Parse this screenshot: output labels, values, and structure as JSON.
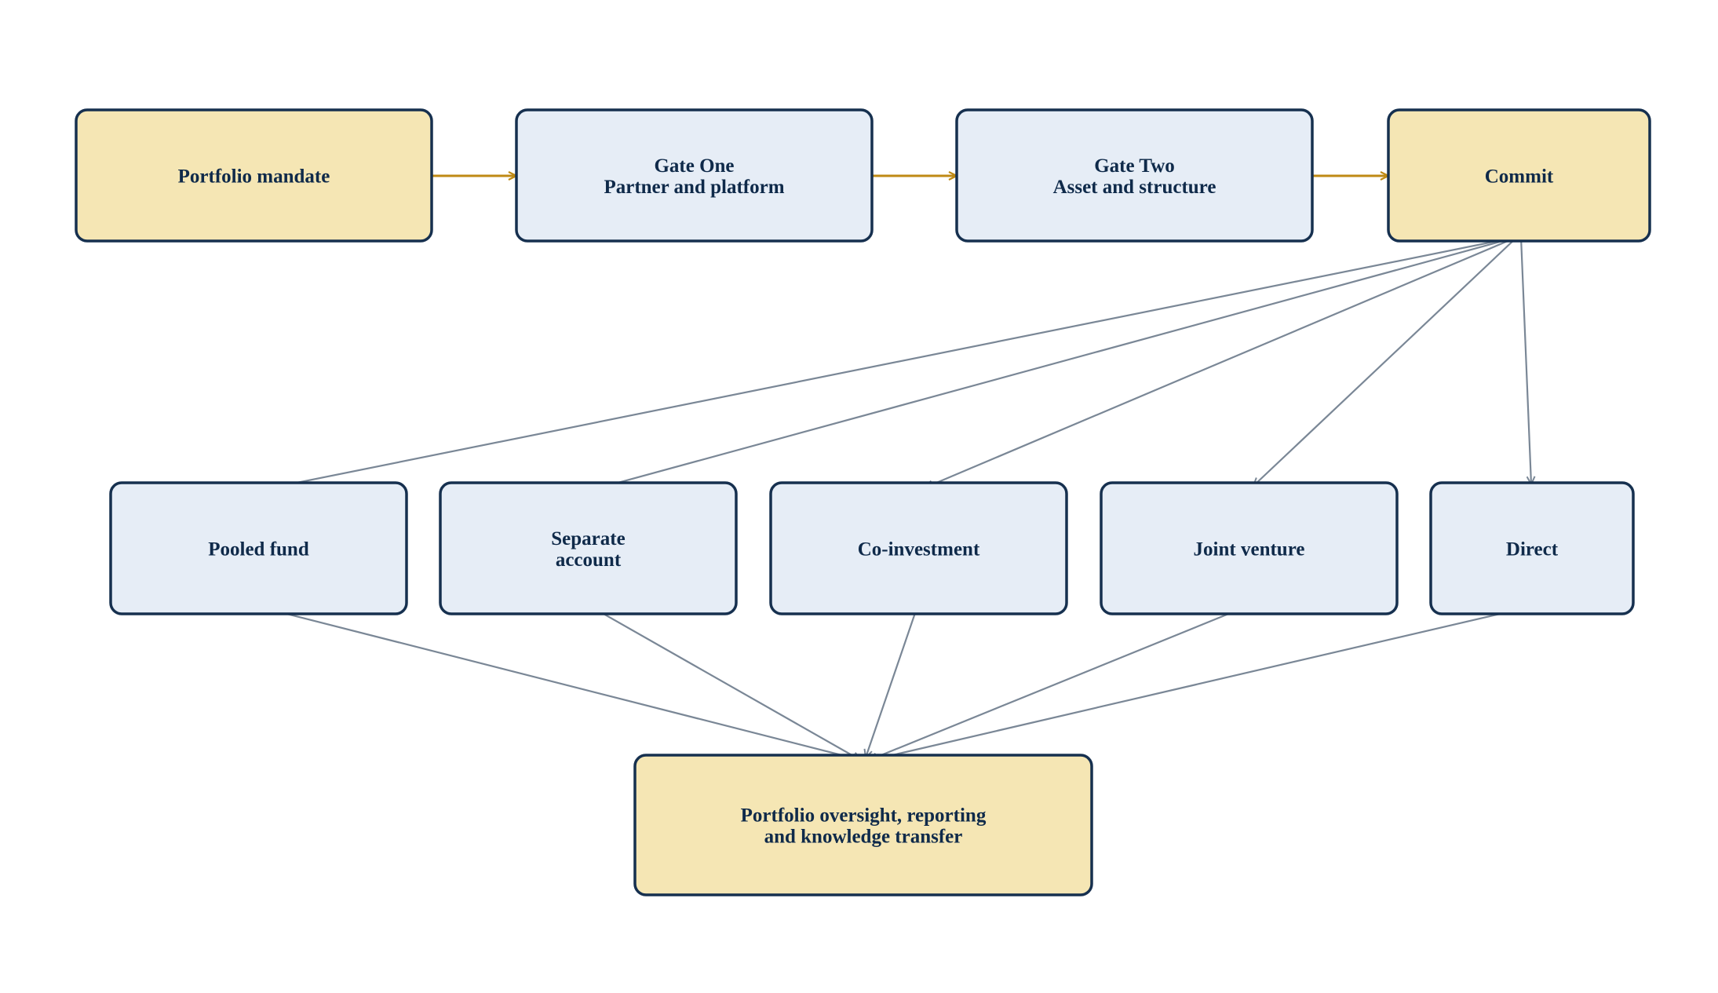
{
  "colors": {
    "highlight_fill": "#f5e6b4",
    "step_fill": "#e6edf6",
    "border": "#16304f",
    "text": "#0f2a4a",
    "flow_arrow": "#bf8a14",
    "branch_arrow": "#7a8796"
  },
  "nodes": {
    "mandate": {
      "lines": [
        "Portfolio mandate"
      ]
    },
    "gate_one": {
      "lines": [
        "Gate One",
        "Partner and platform"
      ]
    },
    "gate_two": {
      "lines": [
        "Gate Two",
        "Asset and structure"
      ]
    },
    "commit": {
      "lines": [
        "Commit"
      ]
    },
    "pooled_fund": {
      "lines": [
        "Pooled fund"
      ]
    },
    "separate_account": {
      "lines": [
        "Separate",
        "account"
      ]
    },
    "co_investment": {
      "lines": [
        "Co-investment"
      ]
    },
    "joint_venture": {
      "lines": [
        "Joint venture"
      ]
    },
    "direct": {
      "lines": [
        "Direct"
      ]
    },
    "oversight": {
      "lines": [
        "Portfolio oversight, reporting",
        "and knowledge transfer"
      ]
    }
  },
  "edges": [
    {
      "from": "mandate",
      "to": "gate_one",
      "kind": "flow"
    },
    {
      "from": "gate_one",
      "to": "gate_two",
      "kind": "flow"
    },
    {
      "from": "gate_two",
      "to": "commit",
      "kind": "flow"
    },
    {
      "from": "commit",
      "to": "pooled_fund",
      "kind": "branch"
    },
    {
      "from": "commit",
      "to": "separate_account",
      "kind": "branch"
    },
    {
      "from": "commit",
      "to": "co_investment",
      "kind": "branch"
    },
    {
      "from": "commit",
      "to": "joint_venture",
      "kind": "branch"
    },
    {
      "from": "commit",
      "to": "direct",
      "kind": "branch"
    },
    {
      "from": "pooled_fund",
      "to": "oversight",
      "kind": "branch"
    },
    {
      "from": "separate_account",
      "to": "oversight",
      "kind": "branch"
    },
    {
      "from": "co_investment",
      "to": "oversight",
      "kind": "branch"
    },
    {
      "from": "joint_venture",
      "to": "oversight",
      "kind": "branch"
    },
    {
      "from": "direct",
      "to": "oversight",
      "kind": "branch"
    }
  ]
}
